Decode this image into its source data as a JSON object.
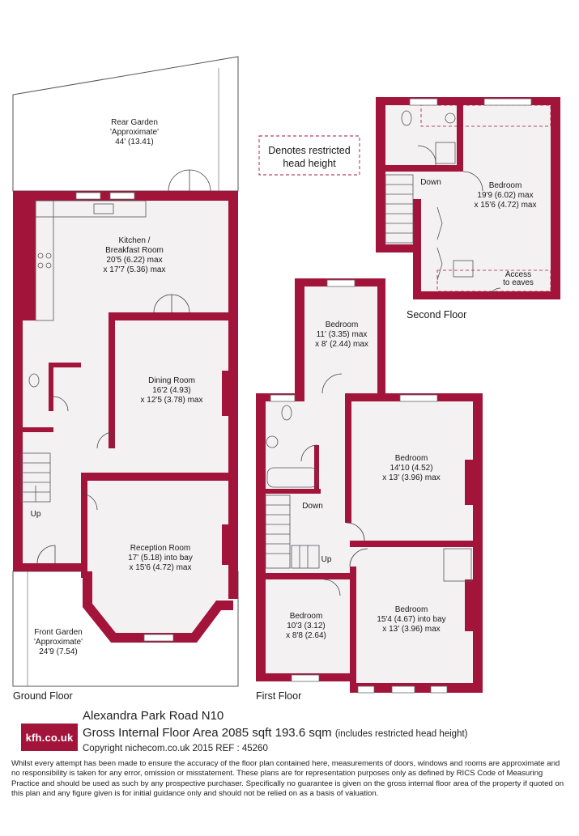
{
  "colors": {
    "wall": "#a3143a",
    "floor": "#f4f1f3",
    "line": "#444444",
    "logo_bg": "#a3143a"
  },
  "legend": {
    "line1": "Denotes restricted",
    "line2": "head height"
  },
  "rooms": {
    "rear_garden": {
      "line1": "Rear Garden",
      "line2": "'Approximate'",
      "line3": "44' (13.41)"
    },
    "kitchen": {
      "line1": "Kitchen /",
      "line2": "Breakfast Room",
      "line3": "20'5 (6.22) max",
      "line4": "x 17'7 (5.36) max"
    },
    "dining": {
      "line1": "Dining Room",
      "line2": "16'2 (4.93)",
      "line3": "x 12'5 (3.78) max"
    },
    "reception": {
      "line1": "Reception Room",
      "line2": "17' (5.18) into bay",
      "line3": "x 15'6 (4.72) max"
    },
    "front_garden": {
      "line1": "Front Garden",
      "line2": "'Approximate'",
      "line3": "24'9 (7.54)"
    },
    "fb_small": {
      "line1": "Bedroom",
      "line2": "11' (3.35) max",
      "line3": "x 8' (2.44) max"
    },
    "fb_right": {
      "line1": "Bedroom",
      "line2": "14'10 (4.52)",
      "line3": "x 13' (3.96) max"
    },
    "fb_bottom_left": {
      "line1": "Bedroom",
      "line2": "10'3 (3.12)",
      "line3": "x 8'8 (2.64)"
    },
    "fb_bottom_right": {
      "line1": "Bedroom",
      "line2": "15'4 (4.67) into bay",
      "line3": "x 13' (3.96) max"
    },
    "sb_bedroom": {
      "line1": "Bedroom",
      "line2": "19'9 (6.02) max",
      "line3": "x 15'6 (4.72) max"
    }
  },
  "stairs_labels": {
    "ground_up": "Up",
    "first_down": "Down",
    "first_up": "Up",
    "second_down": "Down",
    "eaves_line1": "Access",
    "eaves_line2": "to eaves"
  },
  "floors": {
    "ground": "Ground Floor",
    "first": "First Floor",
    "second": "Second Floor"
  },
  "footer": {
    "logo": "kfh.co.uk",
    "address": "Alexandra Park Road N10",
    "gia": "Gross Internal Floor Area 2085 sqft 193.6 sqm",
    "gia_note": "(includes restricted head height)",
    "copyright": "Copyright nichecom.co.uk 2015 REF : 45260",
    "disclaimer": "Whilst every attempt has been made to ensure the accuracy of the floor plan contained here, measurements of doors, windows and rooms are approximate and no responsibility is taken for any error, omission or misstatement. These plans are for representation purposes only as defined by RICS Code of Measuring Practice and should be used as such by any prospective purchaser. Specifically no guarantee is given on the gross internal floor area of the property if quoted on this plan and any figure given is for initial guidance only and should not be relied on as a basis of valuation."
  }
}
